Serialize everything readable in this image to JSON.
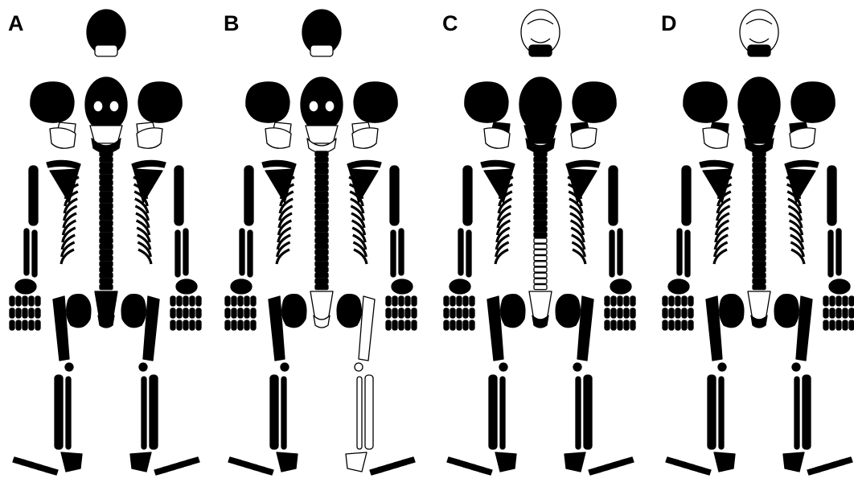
{
  "figure": {
    "panels": [
      {
        "label": "A",
        "variant": "a"
      },
      {
        "label": "B",
        "variant": "b"
      },
      {
        "label": "C",
        "variant": "c"
      },
      {
        "label": "D",
        "variant": "d"
      }
    ]
  },
  "colors": {
    "bone_present": "#000000",
    "bone_absent": "#ffffff",
    "outline": "#000000"
  }
}
